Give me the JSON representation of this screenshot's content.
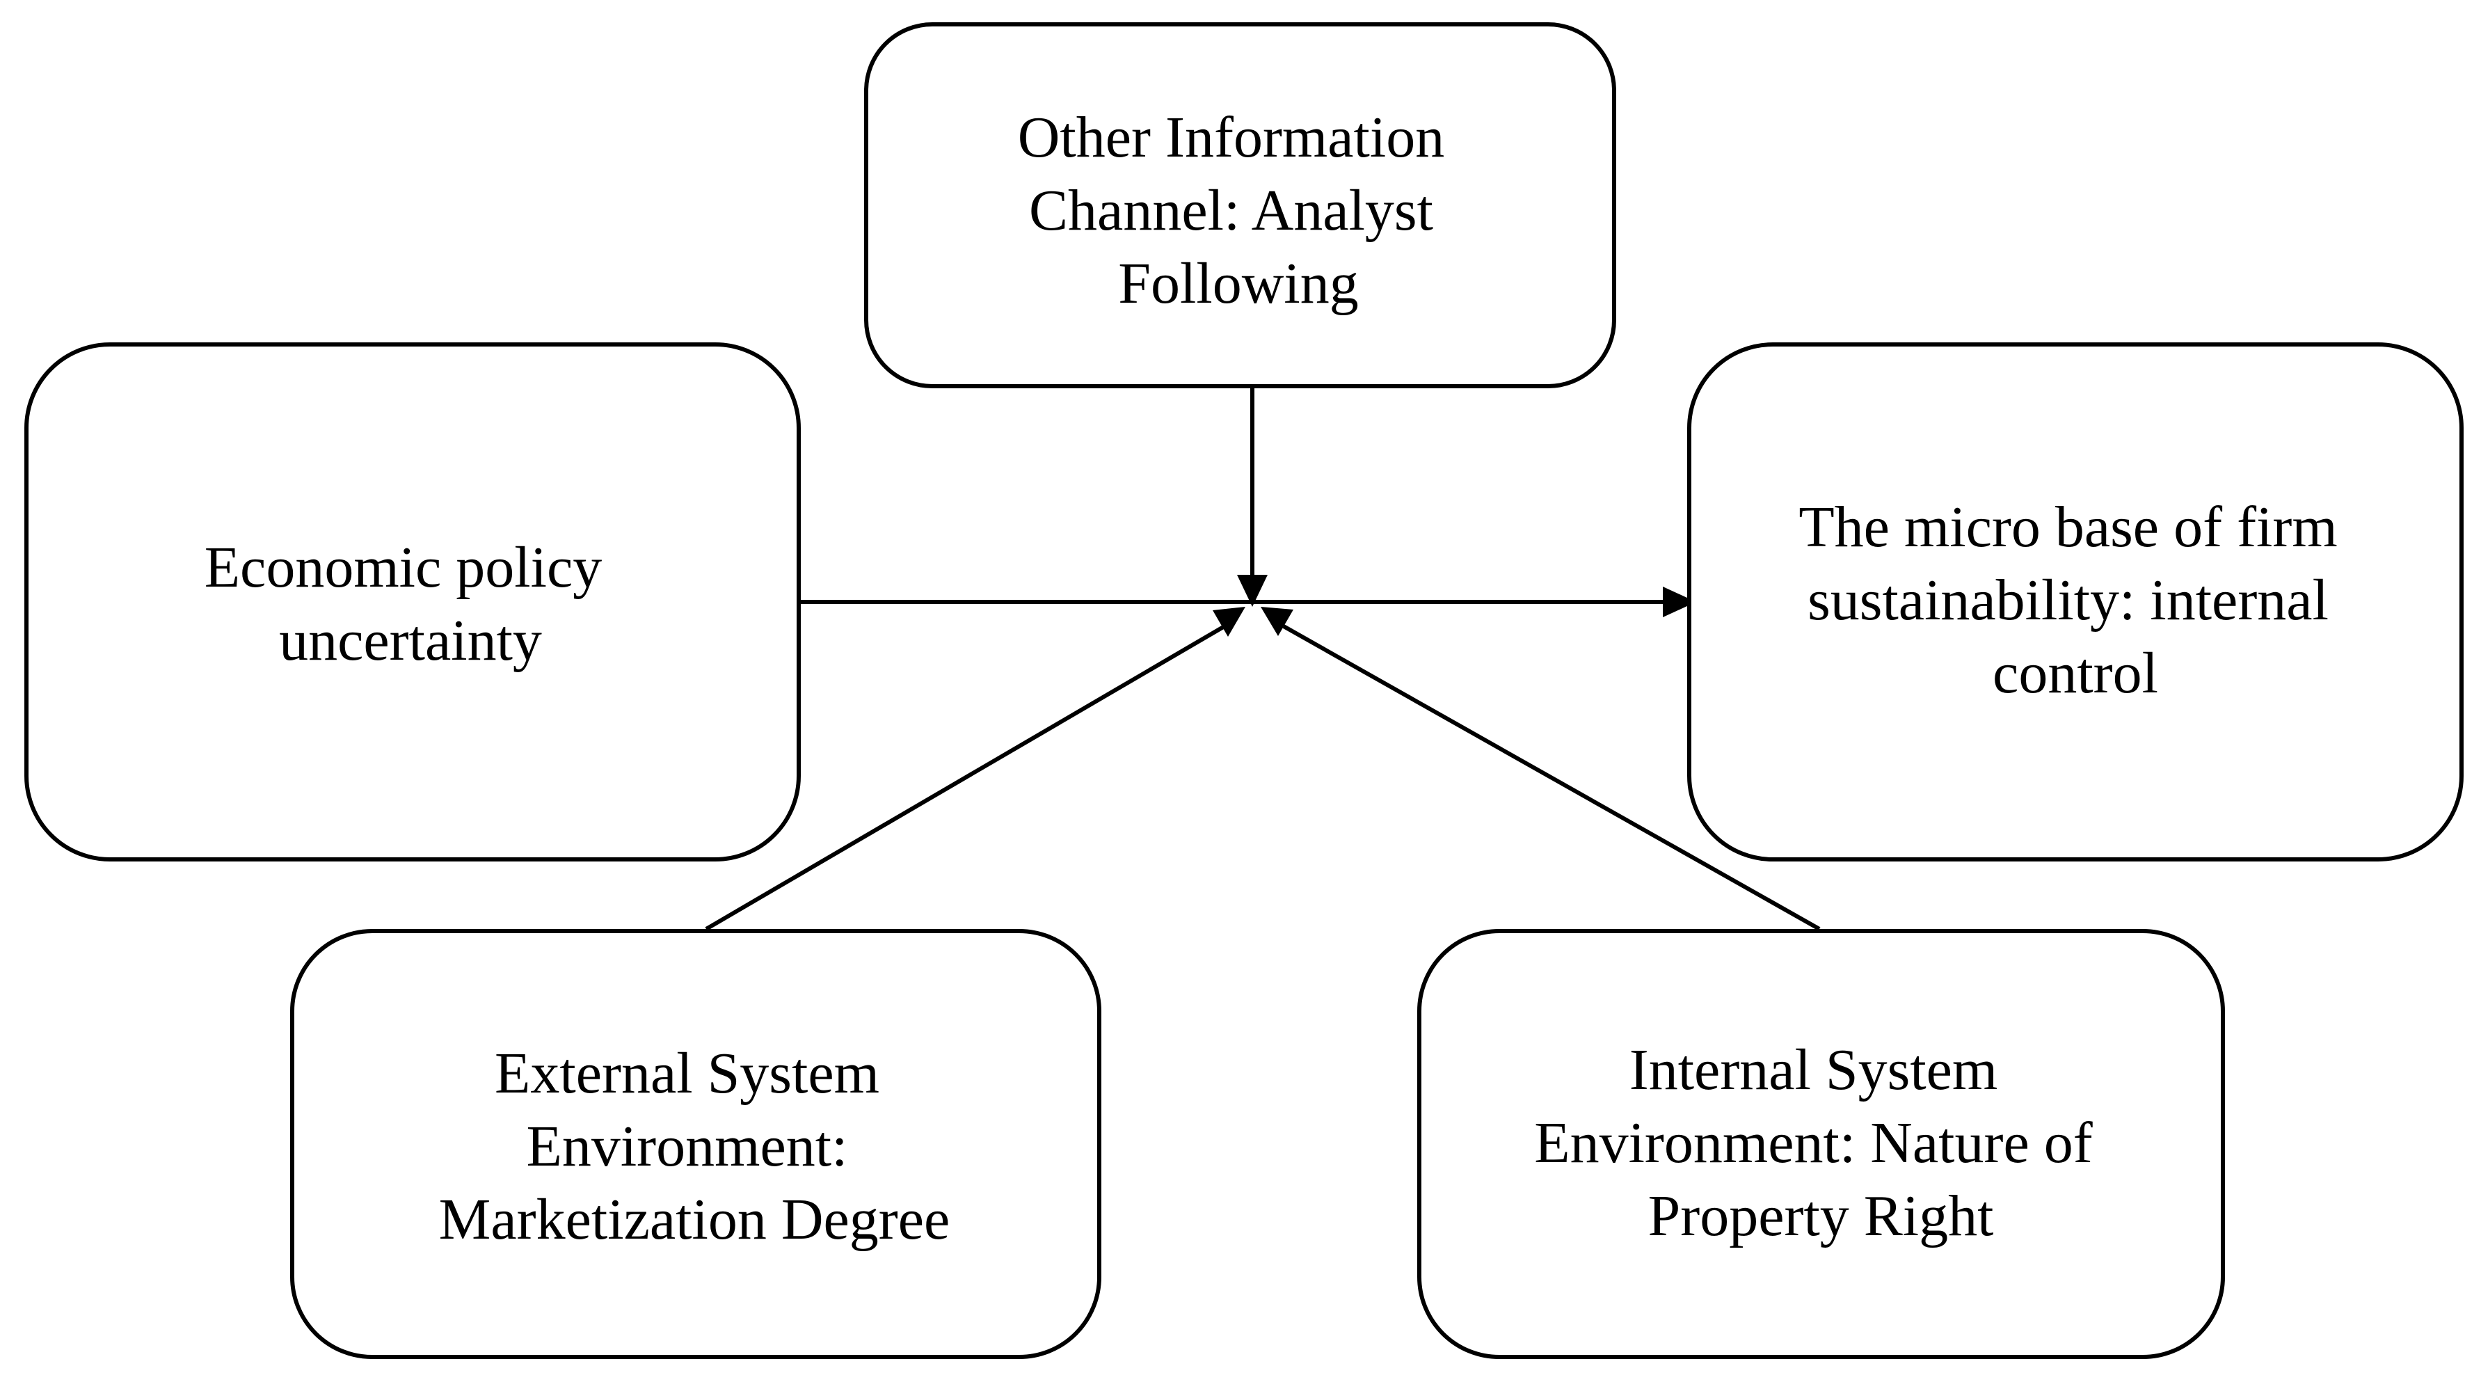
{
  "nodes": {
    "top": {
      "lines": [
        "Other Information",
        "Channel: Analyst",
        "Following"
      ]
    },
    "left": {
      "lines": [
        "Economic policy",
        "uncertainty"
      ]
    },
    "right": {
      "lines": [
        "The micro base of firm",
        "sustainability: internal",
        "control"
      ]
    },
    "bottom_left": {
      "lines": [
        "External System",
        "Environment:",
        "Marketization Degree"
      ]
    },
    "bottom_right": {
      "lines": [
        "Internal System",
        "Environment: Nature of",
        "Property Right"
      ]
    }
  },
  "edges": [
    {
      "from": "left",
      "to": "right",
      "kind": "main-effect"
    },
    {
      "from": "top",
      "to": "main-effect",
      "kind": "moderation"
    },
    {
      "from": "bottom_left",
      "to": "main-effect",
      "kind": "moderation"
    },
    {
      "from": "bottom_right",
      "to": "main-effect",
      "kind": "moderation"
    }
  ],
  "colors": {
    "stroke": "#000000",
    "fill": "#ffffff",
    "text": "#000000"
  }
}
